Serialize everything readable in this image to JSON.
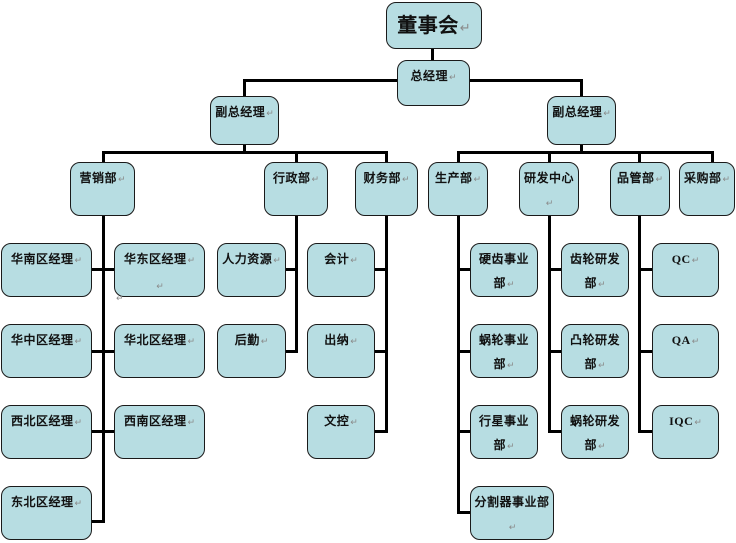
{
  "diagram": {
    "type": "org-chart",
    "return_mark": "↵",
    "colors": {
      "node_fill": "#b7dde2",
      "node_border": "#1a1a1a",
      "connector": "#000000"
    },
    "board": {
      "label": "董事会"
    },
    "gm": {
      "label": "总经理"
    },
    "vp_left": {
      "label": "副总经理"
    },
    "vp_right": {
      "label": "副总经理"
    },
    "departments": {
      "marketing": {
        "label": "营销部",
        "children": [
          "华南区经理",
          "华东区经理",
          "华中区经理",
          "华北区经理",
          "西北区经理",
          "西南区经理",
          "东北区经理"
        ]
      },
      "admin": {
        "label": "行政部",
        "children": [
          "人力资源",
          "后勤"
        ]
      },
      "finance": {
        "label": "财务部",
        "children": [
          "会计",
          "出纳",
          "文控"
        ]
      },
      "production": {
        "label": "生产部",
        "children": [
          "硬齿事业部",
          "蜗轮事业部",
          "行星事业部",
          "分割器事业部"
        ]
      },
      "rnd": {
        "label": "研发中心",
        "children": [
          "齿轮研发部",
          "凸轮研发部",
          "蜗轮研发部"
        ]
      },
      "quality": {
        "label": "品管部",
        "children": [
          "QC",
          "QA",
          "IQC"
        ]
      },
      "purchasing": {
        "label": "采购部"
      }
    }
  }
}
